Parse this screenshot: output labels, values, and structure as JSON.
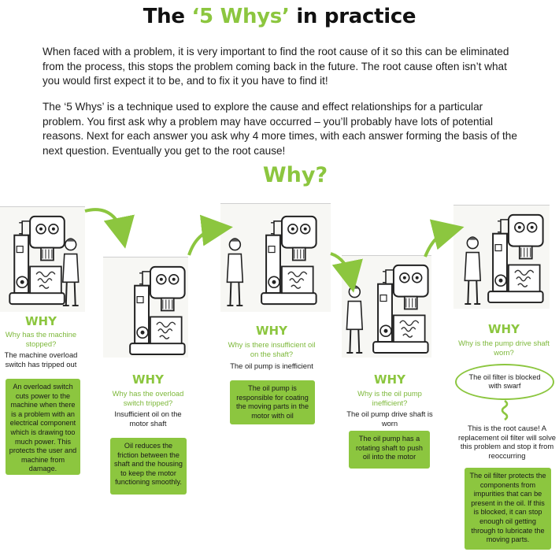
{
  "title": {
    "prefix": "The ",
    "accent": "‘5 Whys’",
    "suffix": " in practice"
  },
  "intro": [
    "When faced with a problem, it is very important to find the root cause of it so this can be eliminated from the process, this stops the problem coming back in the future. The root cause often isn’t what you would first expect it to be, and to fix it you have to find it!",
    "The ‘5 Whys’ is a technique used to explore the cause and effect relationships for a particular problem. You first ask why a problem may have occurred – you’ll probably have lots of potential reasons. Next for each answer you ask why 4 more times, with each answer forming the basis of the next question. Eventually you get to the root cause!"
  ],
  "why_heading": "Why?",
  "steps": [
    {
      "why": "WHY",
      "question": "Why has the machine stopped?",
      "answer": "The machine overload switch has tripped out",
      "explanation": "An overload switch cuts power to the machine when there is a problem with an electrical component which is drawing too much power. This protects the user and machine from damage."
    },
    {
      "why": "WHY",
      "question": "Why has the overload switch tripped?",
      "answer": "Insufficient oil on the motor shaft",
      "explanation": "Oil reduces the friction between the shaft and the housing to keep the motor functioning smoothly."
    },
    {
      "why": "WHY",
      "question": "Why is there insufficient oil on the shaft?",
      "answer": "The oil pump is inefficient",
      "explanation": "The oil pump is responsible for coating the moving parts in the motor with oil"
    },
    {
      "why": "WHY",
      "question": "Why is the oil pump inefficient?",
      "answer": "The oil pump drive shaft is worn",
      "explanation": "The oil pump has a rotating shaft to push oil into the motor"
    },
    {
      "why": "WHY",
      "question": "Why is the pump drive shaft worn?",
      "answer": "The oil filter is blocked with swarf",
      "root_note": "This is the root cause! A replacement oil filter will solve this problem and stop it from reoccurring",
      "explanation": "The oil filter protects the components from impurities that can be present in the oil. If this is blocked, it can stop enough oil getting through to lubricate the moving parts."
    }
  ],
  "colors": {
    "accent": "#8cc63f",
    "question_text": "#7db83a",
    "body_text": "#1a1a1a"
  },
  "icons": [
    "machine-illustration",
    "curved-arrow-icon",
    "squiggle-connector-icon"
  ]
}
